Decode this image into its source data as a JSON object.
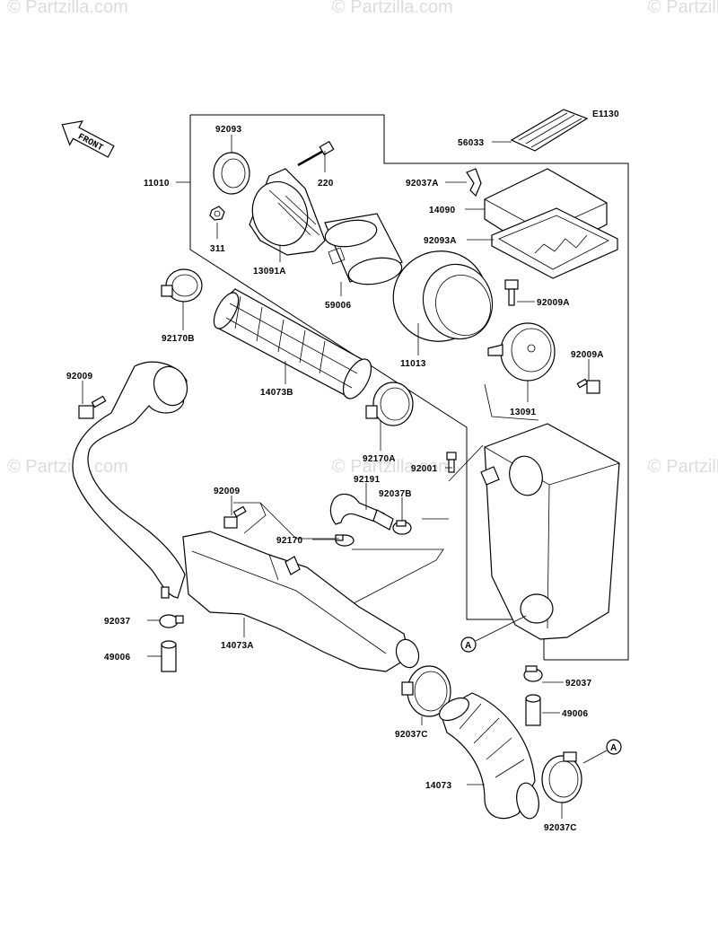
{
  "watermarks": [
    "© Partzilla.com",
    "© Partzilla.com",
    "© Partzilla.com",
    "© Partzilla.com",
    "© Partzilla.com",
    "© Partzilla.com"
  ],
  "diagram_code": "E1130",
  "front_label": "FRONT",
  "callout_letter": "A",
  "parts": {
    "p92093": "92093",
    "p220": "220",
    "p11010": "11010",
    "p311": "311",
    "p13091A": "13091A",
    "p59006": "59006",
    "p56033": "56033",
    "p92037A": "92037A",
    "p14090": "14090",
    "p92093A": "92093A",
    "p92009A_1": "92009A",
    "p92009A_2": "92009A",
    "p13091": "13091",
    "p92170B": "92170B",
    "p11013": "11013",
    "p92009_1": "92009",
    "p14073B": "14073B",
    "p92170A": "92170A",
    "p92001": "92001",
    "p92191": "92191",
    "p92037B": "92037B",
    "p92009_2": "92009",
    "p92170": "92170",
    "p92037_1": "92037",
    "p14073A": "14073A",
    "p49006_1": "49006",
    "p92037_2": "92037",
    "p49006_2": "49006",
    "p92037C_1": "92037C",
    "p14073": "14073",
    "p92037C_2": "92037C"
  }
}
